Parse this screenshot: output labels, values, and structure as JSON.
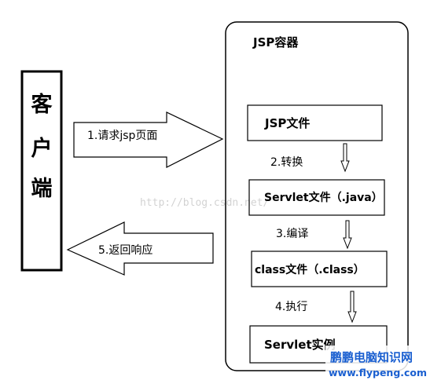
{
  "client": {
    "label": [
      "客",
      "户",
      "端"
    ]
  },
  "container": {
    "title": "JSP容器"
  },
  "arrows": {
    "request": "1.请求jsp页面",
    "response": "5.返回响应"
  },
  "boxes": {
    "jsp_file": "JSP文件",
    "servlet_file": "Servlet文件（.java）",
    "class_file": "class文件（.class）",
    "servlet_instance": "Servlet实例"
  },
  "steps": {
    "convert": "2.转换",
    "compile": "3.编译",
    "execute": "4.执行"
  },
  "watermark": {
    "url_faint": "http://blog.csdn.net/",
    "site_name": "鹏鹏电脑知识网",
    "site_url": "www.flypeng.com"
  },
  "colors": {
    "stroke": "#000000",
    "background": "#ffffff",
    "watermark_title": "#1a5fd0",
    "watermark_url": "#1a5fd0"
  }
}
